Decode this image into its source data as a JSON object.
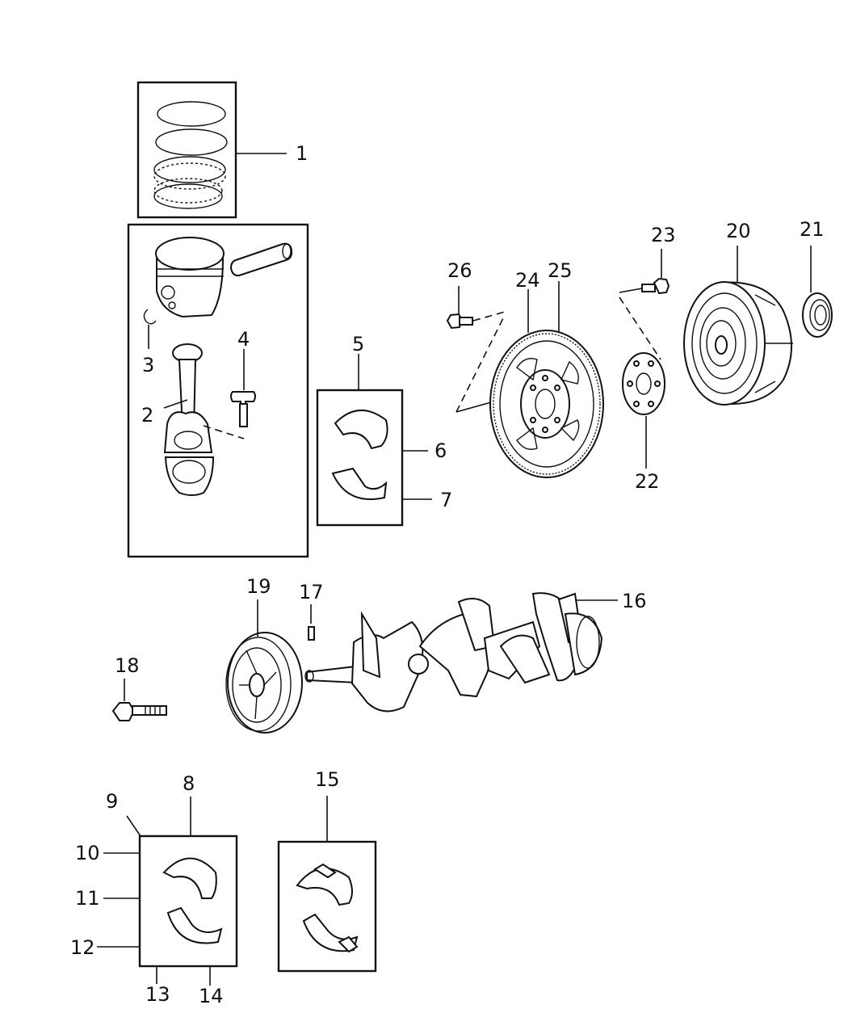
{
  "callouts": [
    {
      "id": "1",
      "label": "1"
    },
    {
      "id": "2",
      "label": "2"
    },
    {
      "id": "3",
      "label": "3"
    },
    {
      "id": "4",
      "label": "4"
    },
    {
      "id": "5",
      "label": "5"
    },
    {
      "id": "6",
      "label": "6"
    },
    {
      "id": "7",
      "label": "7"
    },
    {
      "id": "8",
      "label": "8"
    },
    {
      "id": "9",
      "label": "9"
    },
    {
      "id": "10",
      "label": "10"
    },
    {
      "id": "11",
      "label": "11"
    },
    {
      "id": "12",
      "label": "12"
    },
    {
      "id": "13",
      "label": "13"
    },
    {
      "id": "14",
      "label": "14"
    },
    {
      "id": "15",
      "label": "15"
    },
    {
      "id": "16",
      "label": "16"
    },
    {
      "id": "17",
      "label": "17"
    },
    {
      "id": "18",
      "label": "18"
    },
    {
      "id": "19",
      "label": "19"
    },
    {
      "id": "20",
      "label": "20"
    },
    {
      "id": "21",
      "label": "21"
    },
    {
      "id": "22",
      "label": "22"
    },
    {
      "id": "23",
      "label": "23"
    },
    {
      "id": "24",
      "label": "24"
    },
    {
      "id": "25",
      "label": "25"
    },
    {
      "id": "26",
      "label": "26"
    }
  ],
  "parts": [
    {
      "id": "piston-rings",
      "icon": "piston-rings-icon"
    },
    {
      "id": "piston-rod-assembly",
      "icon": "piston-icon"
    },
    {
      "id": "rod-bearings",
      "icon": "bearing-shell-icon"
    },
    {
      "id": "main-bearings",
      "icon": "bearing-shell-icon"
    },
    {
      "id": "thrust-bearing",
      "icon": "thrust-bearing-icon"
    },
    {
      "id": "crankshaft",
      "icon": "crankshaft-icon"
    },
    {
      "id": "damper-pulley",
      "icon": "pulley-icon"
    },
    {
      "id": "flexplate",
      "icon": "flexplate-icon"
    },
    {
      "id": "torque-converter",
      "icon": "torque-converter-icon"
    }
  ]
}
